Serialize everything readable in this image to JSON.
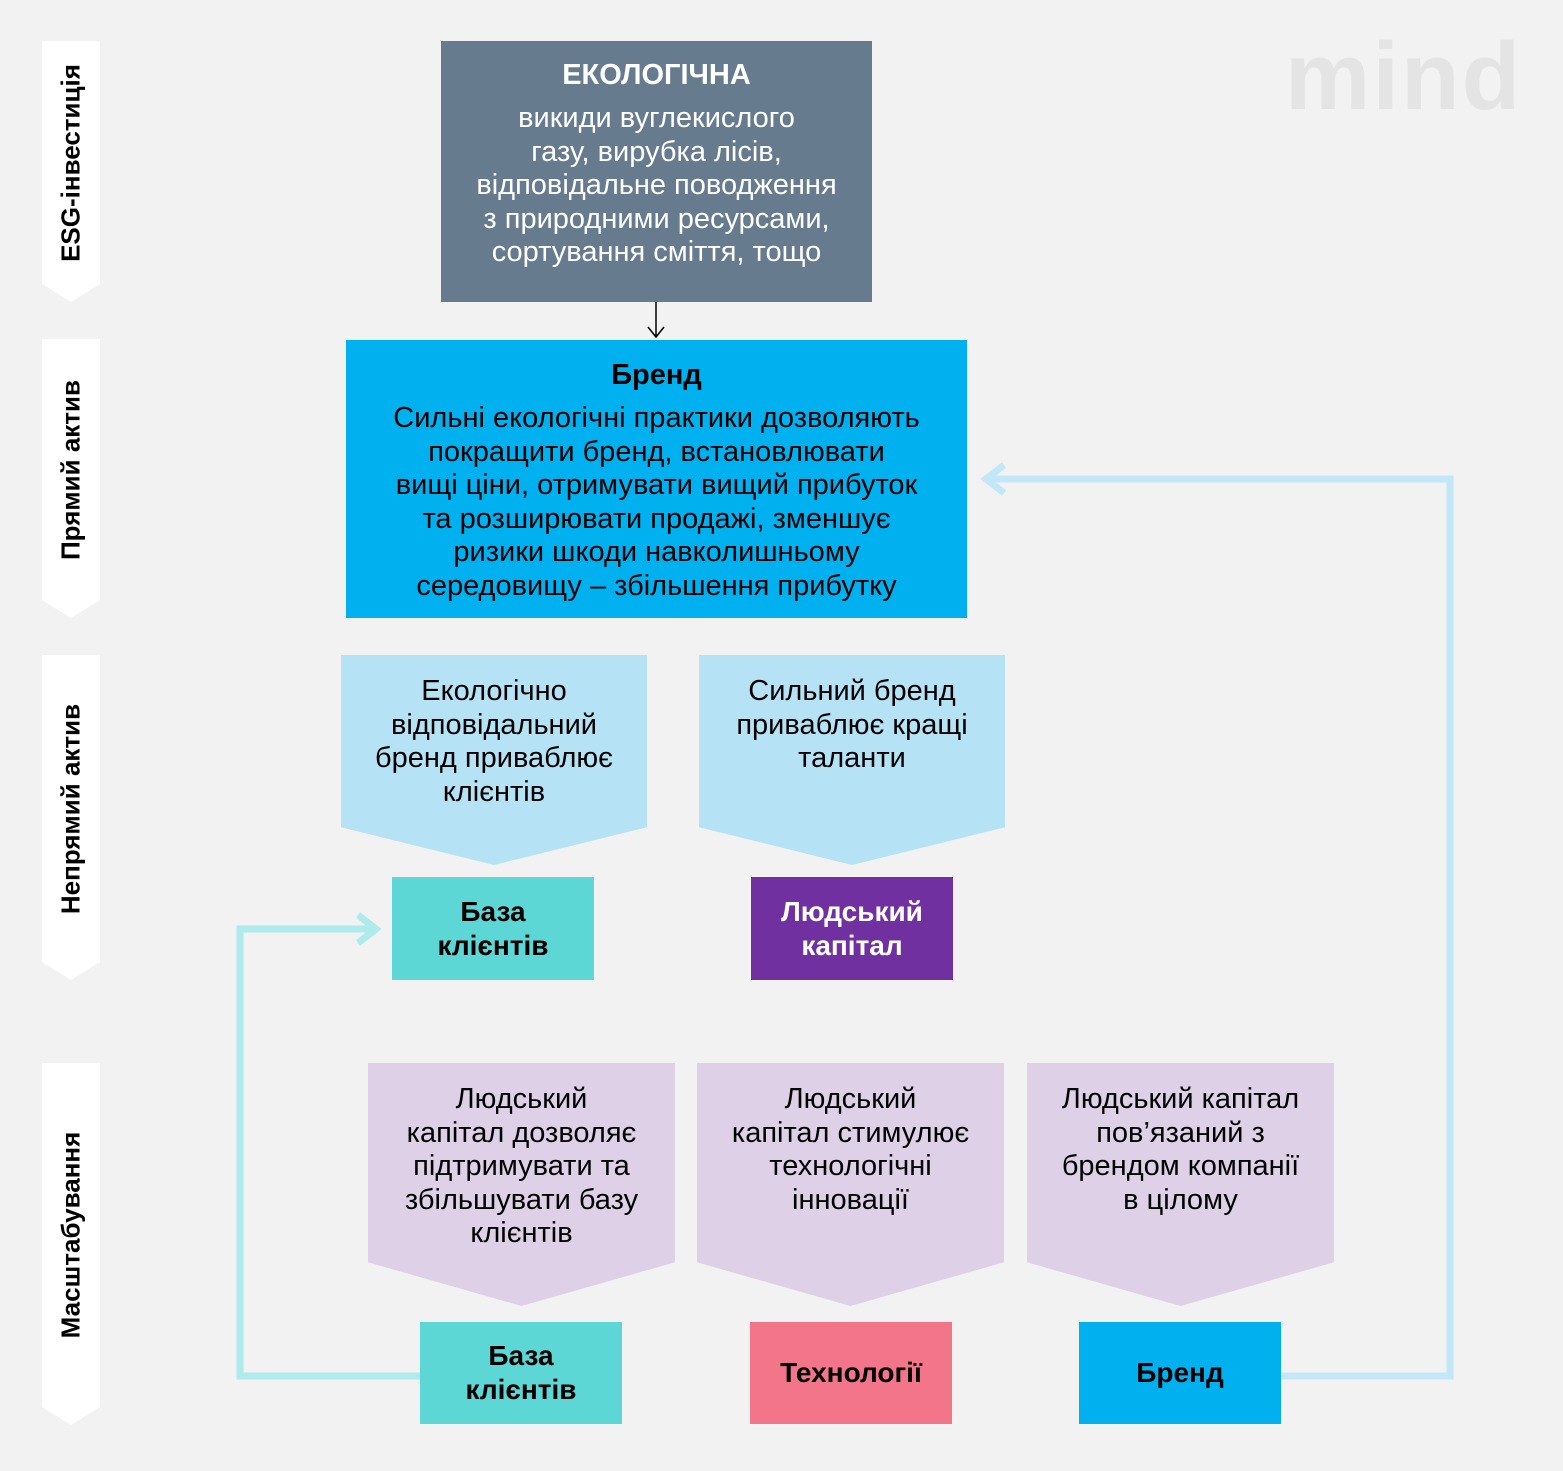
{
  "watermark": "mind",
  "stages": {
    "esg": "ESG-інвестиція",
    "direct": "Прямий актив",
    "indirect": "Непрямий актив",
    "scaling": "Масштабування"
  },
  "eco": {
    "title": "ЕКОЛОГІЧНА",
    "lines": [
      "викиди вуглекислого",
      "газу, вирубка лісів,",
      "відповідальне поводження",
      "з природними ресурсами,",
      "сортування сміття, тощо"
    ]
  },
  "brand_box": {
    "title": "Бренд",
    "lines": [
      "Сильні екологічні практики дозволяють",
      "покращити бренд, встановлювати",
      "вищі ціни, отримувати вищий прибуток",
      "та розширювати продажі, зменшує",
      "ризики шкоди навколишньому",
      "середовищу – збільшення прибутку"
    ]
  },
  "indirect": {
    "clients_text": [
      "Екологічно",
      "відповідальний",
      "бренд приваблює",
      "клієнтів"
    ],
    "talent_text": [
      "Сильний бренд",
      "приваблює кращі",
      "таланти"
    ],
    "clients_asset": [
      "База",
      "клієнтів"
    ],
    "human_asset": [
      "Людський",
      "капітал"
    ]
  },
  "scaling": {
    "col1_text": [
      "Людський",
      "капітал дозволяє",
      "підтримувати та",
      "збільшувати базу",
      "клієнтів"
    ],
    "col2_text": [
      "Людський",
      "капітал стимулює",
      "технологічні",
      "інновації"
    ],
    "col3_text": [
      "Людський капітал",
      "пов’язаний з",
      "брендом компанії",
      "в цілому"
    ],
    "asset1": [
      "База",
      "клієнтів"
    ],
    "asset2": "Технології",
    "asset3": "Бренд"
  },
  "colors": {
    "eco": "#667b8e",
    "brand": "#00b0ef",
    "light_blue": "#b5e3f5",
    "teal": "#5cd7d5",
    "purple": "#7030a0",
    "lavender": "#ddd0e7",
    "pink": "#f2758a",
    "teal_line": "#b0ebec",
    "blue_line": "#c2e7f8"
  }
}
